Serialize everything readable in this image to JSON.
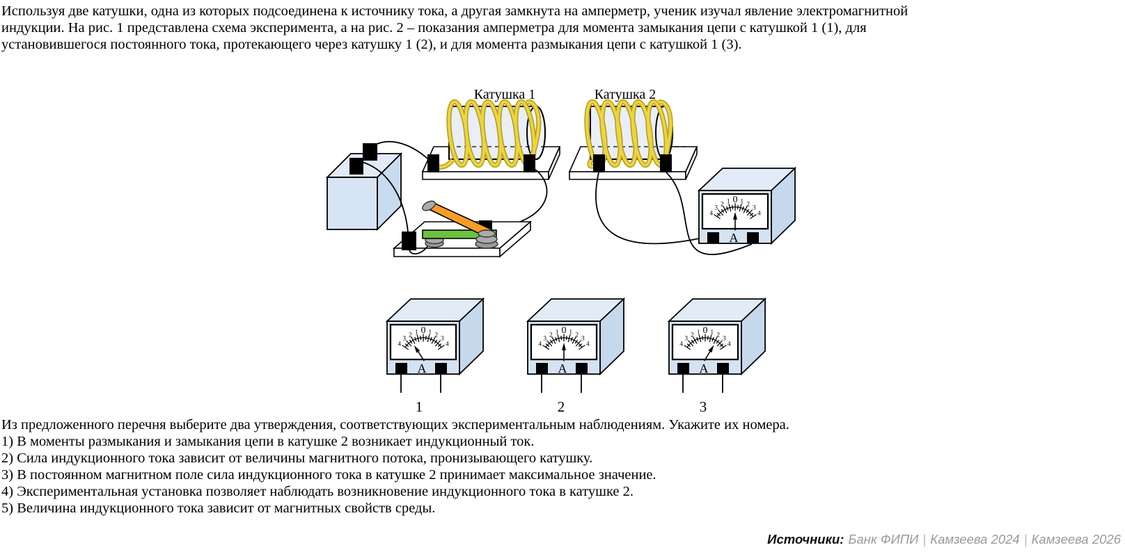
{
  "intro": {
    "lines": [
      "Используя две катушки, одна из которых подсоединена к источнику тока, а другая замкнута на амперметр, ученик изучал явление электромагнитной",
      "индукции. На рис. 1 представлена схема эксперимента, а на рис. 2 – показания амперметра для момента замыкания цепи с катушкой 1 (1), для",
      "установившегося постоянного тока, протекающего через катушку 1 (2), и для момента размыкания цепи с катушкой 1 (3)."
    ]
  },
  "figure": {
    "coil1_label": "Катушка 1",
    "coil2_label": "Катушка 2",
    "ammeter_unit": "А",
    "scale": [
      "4",
      "3",
      "2",
      "1",
      "0",
      "1",
      "2",
      "3",
      "4"
    ],
    "main_ammeter_angle": 0,
    "meters": [
      {
        "label": "1",
        "angle": -33
      },
      {
        "label": "2",
        "angle": 0
      },
      {
        "label": "3",
        "angle": 31
      }
    ]
  },
  "question": {
    "prompt": "Из предложенного перечня выберите два утверждения, соответствующих экспериментальным наблюдениям. Укажите их номера.",
    "options": [
      "1) В моменты размыкания и замыкания цепи в катушке 2 возникает индукционный ток.",
      "2) Сила индукционного тока зависит от величины магнитного потока, пронизывающего катушку.",
      "3) В постоянном магнитном поле сила индукционного тока в катушке 2 принимает максимальное значение.",
      "4) Экспериментальная установка позволяет наблюдать возникновение индукционного тока в катушке 2.",
      "5) Величина индукционного тока зависит от магнитных свойств среды."
    ]
  },
  "footer": {
    "label": "Источники:",
    "sources": [
      "Банк ФИПИ",
      "Камзеева 2024",
      "Камзеева 2026"
    ],
    "sep": "|"
  },
  "colors": {
    "device_blue": "#d4e2f2",
    "device_blue_light": "#e2ecf8",
    "device_blue_dark": "#c6d8ec",
    "coil_wire_yellow": "#ecd53e",
    "switch_green": "#6cc13f",
    "switch_orange": "#f59d27",
    "source_gray": "#9a9a9a"
  }
}
